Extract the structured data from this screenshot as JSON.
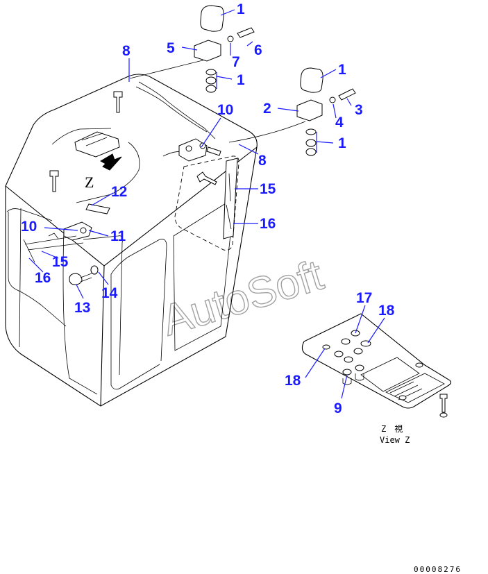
{
  "callouts": [
    {
      "id": "c1a",
      "label": "1"
    },
    {
      "id": "c1b",
      "label": "1"
    },
    {
      "id": "c1c",
      "label": "1"
    },
    {
      "id": "c1d",
      "label": "1"
    },
    {
      "id": "c2",
      "label": "2"
    },
    {
      "id": "c3",
      "label": "3"
    },
    {
      "id": "c4",
      "label": "4"
    },
    {
      "id": "c5",
      "label": "5"
    },
    {
      "id": "c6",
      "label": "6"
    },
    {
      "id": "c7",
      "label": "7"
    },
    {
      "id": "c8a",
      "label": "8"
    },
    {
      "id": "c8b",
      "label": "8"
    },
    {
      "id": "c9",
      "label": "9"
    },
    {
      "id": "c10a",
      "label": "10"
    },
    {
      "id": "c10b",
      "label": "10"
    },
    {
      "id": "c11",
      "label": "11"
    },
    {
      "id": "c12",
      "label": "12"
    },
    {
      "id": "c13",
      "label": "13"
    },
    {
      "id": "c14",
      "label": "14"
    },
    {
      "id": "c15a",
      "label": "15"
    },
    {
      "id": "c15b",
      "label": "15"
    },
    {
      "id": "c16a",
      "label": "16"
    },
    {
      "id": "c16b",
      "label": "16"
    },
    {
      "id": "c17",
      "label": "17"
    },
    {
      "id": "c18a",
      "label": "18"
    },
    {
      "id": "c18b",
      "label": "18"
    }
  ],
  "view_marker": "Z",
  "view_caption_jp": "Z　視",
  "view_caption_en": "View Z",
  "watermark": "AutoSoft",
  "drawing_code": "00008276",
  "colors": {
    "callout": "#1a1aff",
    "line": "#000000",
    "watermark": "#8a8a8a"
  }
}
